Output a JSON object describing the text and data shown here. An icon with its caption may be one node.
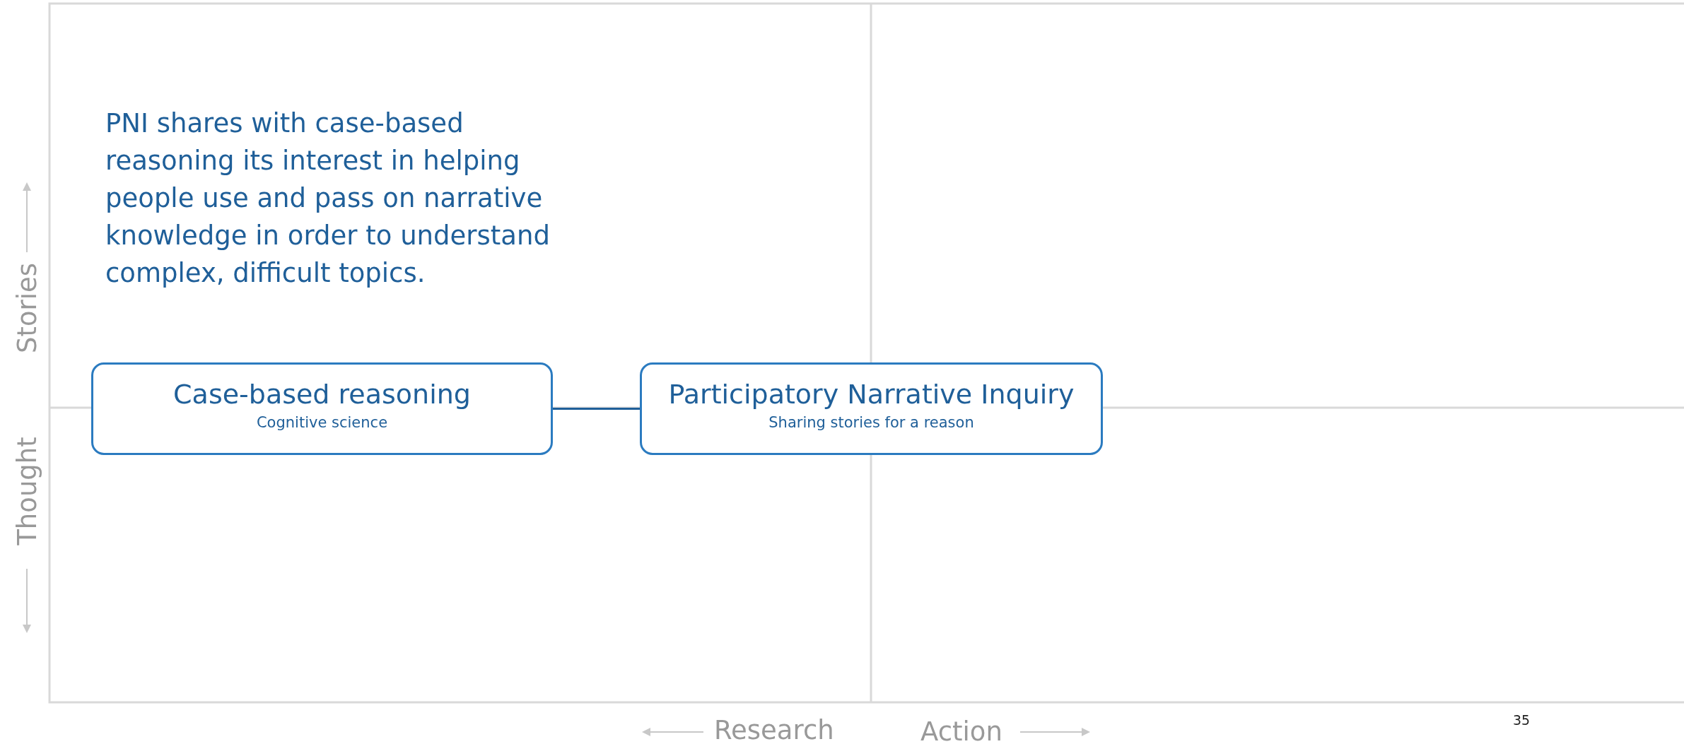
{
  "diagram": {
    "nodes": [
      {
        "text": [
          "Case-based reasoning",
          "Cognitive science"
        ]
      },
      {
        "text": [
          "Participatory Narrative Inquiry",
          "Sharing stories for a reason"
        ]
      }
    ],
    "edges": [
      {
        "from": 0,
        "to": 1,
        "arrow": "none"
      }
    ],
    "labels": [
      "PNI shares with case-based reasoning its interest in helping people use and pass on narrative knowledge in order to understand complex, difficult topics.",
      "Stories",
      "Thought",
      "Research",
      "Action",
      "35"
    ]
  }
}
